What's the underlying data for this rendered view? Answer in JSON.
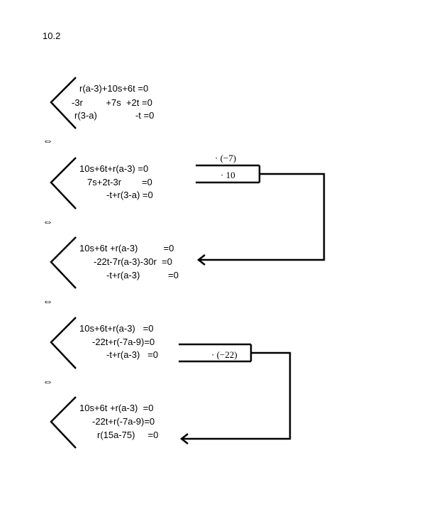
{
  "exercise_number": "10.2",
  "equivalence_symbol": "⇔",
  "systems": [
    {
      "rows": [
        "r(a-3)+10s+6t =0",
        "-3r         +7s  +2t =0",
        "r(3-a)               -t =0"
      ]
    },
    {
      "rows": [
        "10s+6t+r(a-3) =0",
        "7s+2t-3r        =0",
        "-t+r(3-a) =0"
      ]
    },
    {
      "rows": [
        "10s+6t +r(a-3)          =0",
        "-22t-7r(a-3)-30r  =0",
        "-t+r(a-3)           =0"
      ]
    },
    {
      "rows": [
        "10s+6t+r(a-3)   =0",
        "-22t+r(-7a-9)=0",
        "-t+r(a-3)   =0"
      ]
    },
    {
      "rows": [
        "10s+6t +r(a-3)  =0",
        "-22t+r(-7a-9)=0",
        "r(15a-75)     =0"
      ]
    }
  ],
  "row_operations": [
    {
      "factor_top": "· (−7)",
      "factor_bottom": "· 10"
    },
    {
      "factor": "· (−22)"
    }
  ]
}
